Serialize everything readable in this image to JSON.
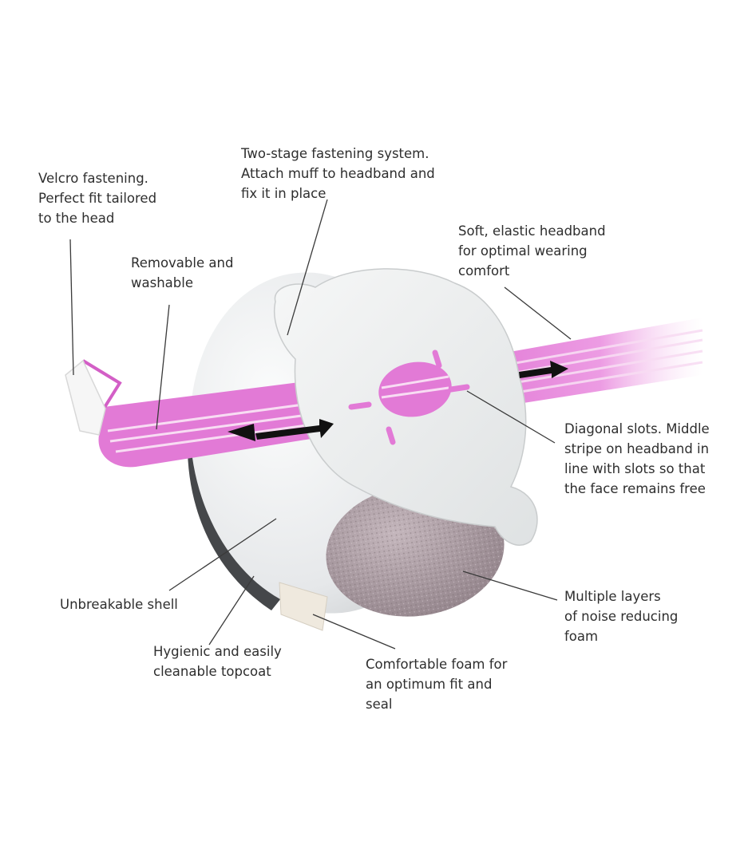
{
  "labels": {
    "velcro": "Velcro fastening.\nPerfect fit tailored\nto the head",
    "removable": "Removable and\nwashable",
    "two_stage": "Two-stage fastening system.\nAttach muff to headband and\nfix it in place",
    "headband": "Soft, elastic headband\nfor optimal wearing\ncomfort",
    "slots": "Diagonal slots. Middle\nstripe on headband in\nline with slots so that\nthe face remains free",
    "multi_layers": "Multiple layers\nof noise reducing\nfoam",
    "shell": "Unbreakable shell",
    "topcoat": "Hygienic and easily\ncleanable topcoat",
    "comfort_foam": "Comfortable foam for\nan optimum fit and\nseal"
  },
  "colors": {
    "background": "#ffffff",
    "headband_pink": "#e27ad6",
    "headband_stripe": "#f7d9f2",
    "shell_white": "#eef0f1",
    "plate_white": "#e9ebec",
    "topcoat_dark": "#45474a",
    "foam_grey": "#a89aa0",
    "velcro_white": "#f6f6f6",
    "leader_line": "#3a3a3a",
    "arrow": "#111111"
  }
}
